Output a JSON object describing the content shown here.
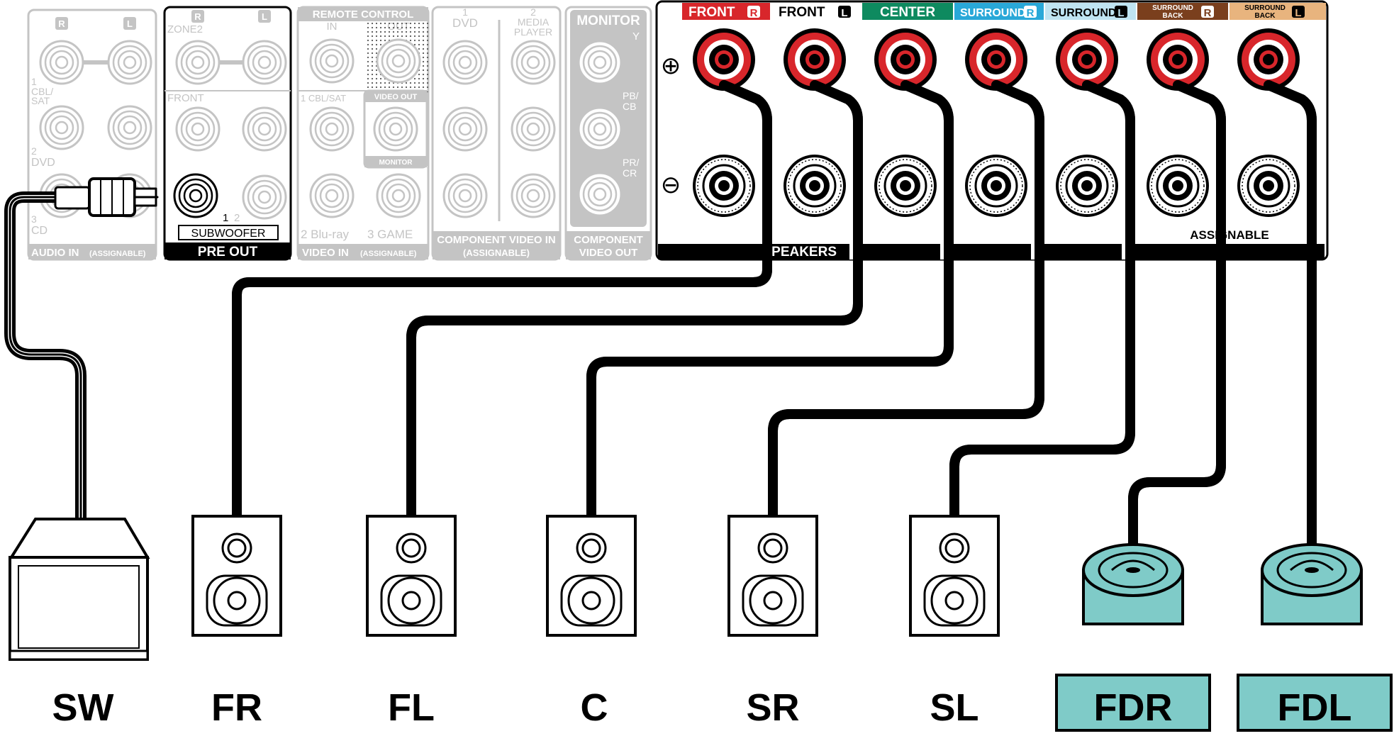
{
  "rear_panel": {
    "audio_in": {
      "label": "AUDIO IN",
      "label_suffix": "(ASSIGNABLE)",
      "channel_r": "R",
      "channel_l": "L",
      "input_1_number": "1",
      "input_1_name": "CBL/",
      "input_1_name_2": "SAT",
      "input_2_number": "2",
      "input_2_name": "DVD",
      "input_3_number": "3",
      "input_3_name": "CD"
    },
    "pre_out": {
      "label": "PRE OUT",
      "channel_r": "R",
      "channel_l": "L",
      "zone2": "ZONE2",
      "front": "FRONT",
      "subwoofer": "SUBWOOFER",
      "sub_1": "1",
      "sub_2": "2"
    },
    "remote_control": {
      "label": "REMOTE CONTROL",
      "in": "IN",
      "out": "OUT"
    },
    "video_in": {
      "label": "VIDEO IN",
      "label_suffix": "(ASSIGNABLE)",
      "input_1": "1 CBL/SAT",
      "input_2": "2 Blu-ray",
      "input_3": "3 GAME",
      "video_out": "VIDEO OUT",
      "monitor": "MONITOR"
    },
    "component_video_in": {
      "label": "COMPONENT VIDEO IN",
      "label_suffix": "(ASSIGNABLE)",
      "input_1_number": "1",
      "input_1_name": "DVD",
      "input_2_number": "2",
      "input_2_name": "MEDIA",
      "input_2_name_2": "PLAYER"
    },
    "component_video_out": {
      "label": "COMPONENT",
      "label_2": "VIDEO OUT",
      "monitor": "MONITOR",
      "y": "Y",
      "pb": "PB/",
      "cb": "CB",
      "pr": "PR/",
      "cr": "CR"
    },
    "speakers": {
      "label": "SPEAKERS",
      "assignable": "ASSIGNABLE",
      "plus_symbol": "⊕",
      "minus_symbol": "⊖",
      "channels": [
        {
          "name": "FRONT",
          "side": "R",
          "color": "#d8262b"
        },
        {
          "name": "FRONT",
          "side": "L",
          "color": "#ffffff"
        },
        {
          "name": "CENTER",
          "side": "",
          "color": "#0e8a5f"
        },
        {
          "name": "SURROUND",
          "side": "R",
          "color": "#29a8d8"
        },
        {
          "name": "SURROUND",
          "side": "L",
          "color": "#bfe4f2"
        },
        {
          "name": "SURROUND",
          "name_2": "BACK",
          "side": "R",
          "color": "#7a3f1d"
        },
        {
          "name": "SURROUND",
          "name_2": "BACK",
          "side": "L",
          "color": "#e8b47e"
        }
      ]
    }
  },
  "speaker_labels": {
    "sw": "SW",
    "fr": "FR",
    "fl": "FL",
    "c": "C",
    "sr": "SR",
    "sl": "SL",
    "fdr": "FDR",
    "fdl": "FDL"
  },
  "colors": {
    "terminal_red": "#d8262b",
    "height_speaker": "#7fcbc8",
    "cable": "#000000",
    "panel_gray": "#c4c4c4"
  }
}
